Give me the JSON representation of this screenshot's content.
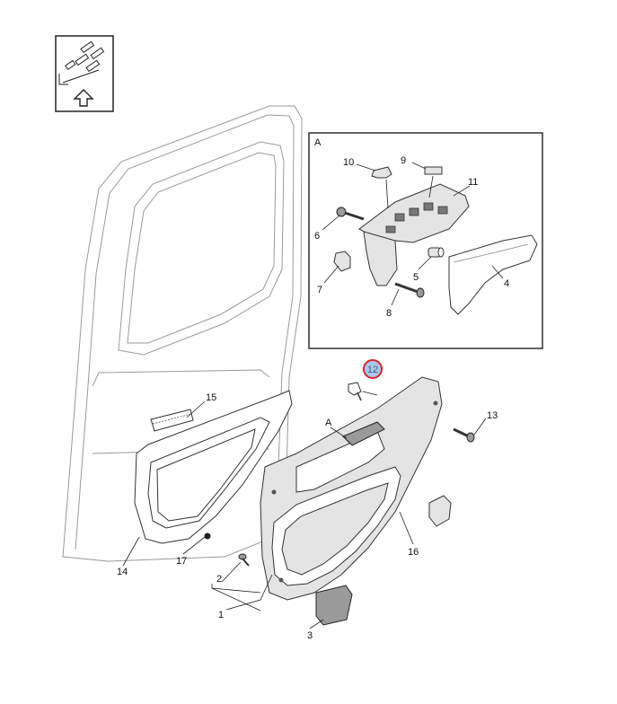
{
  "icon": {
    "name": "removal-direction-icon"
  },
  "inset": {
    "label": "A"
  },
  "callouts": {
    "p1": "1",
    "p2": "2",
    "p3": "3",
    "p4": "4",
    "p5": "5",
    "p6": "6",
    "p7": "7",
    "p8": "8",
    "p9": "9",
    "p10": "10",
    "p11": "11",
    "p12": "12",
    "p13": "13",
    "p14": "14",
    "p15": "15",
    "p16": "16",
    "p17": "17",
    "detail_ref": "A"
  },
  "highlight": {
    "part": "12",
    "ring_color": "#d8232a",
    "fill_color": "#a9c8e8"
  }
}
